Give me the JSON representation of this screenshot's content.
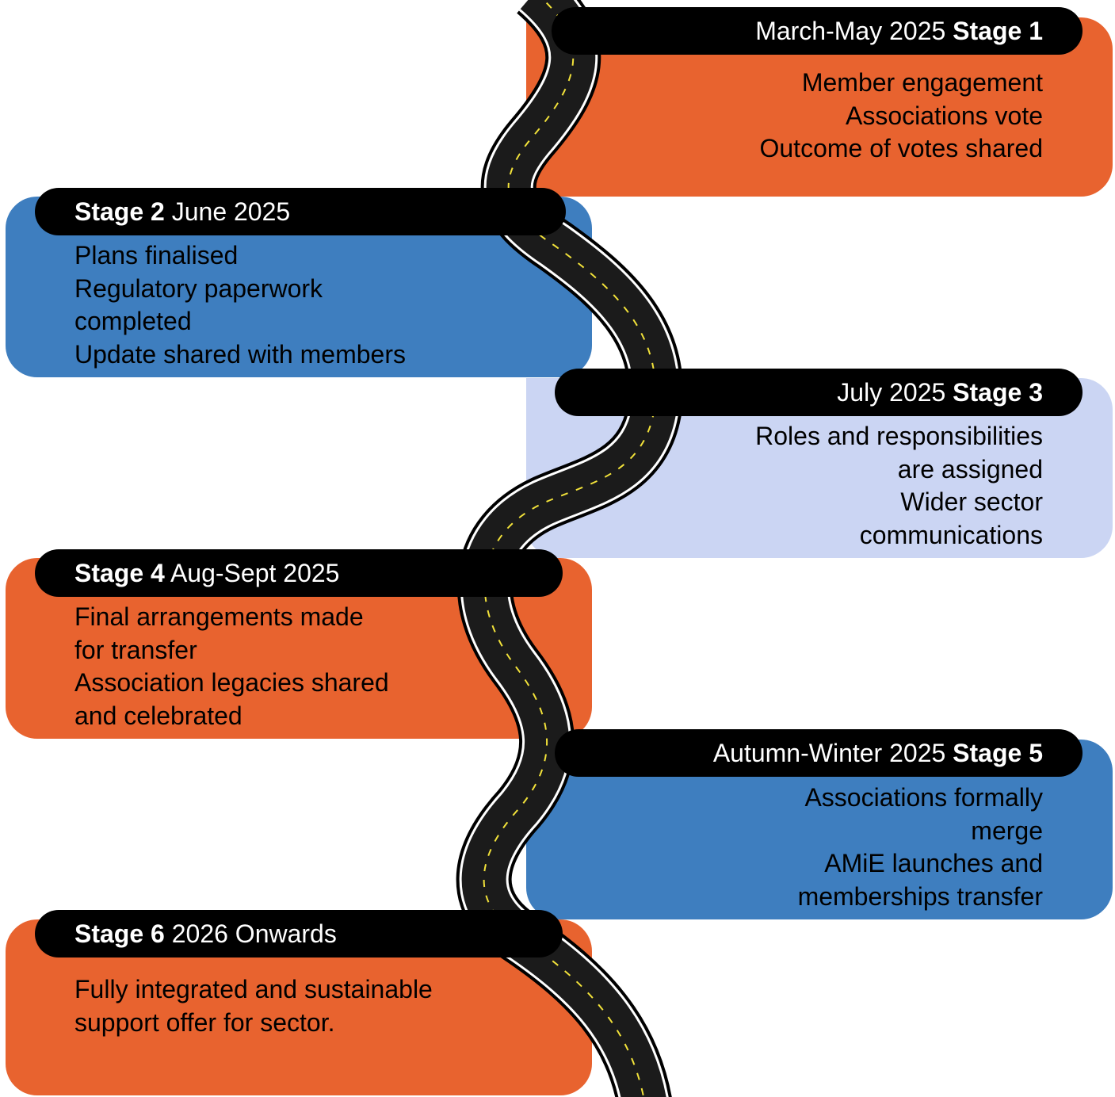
{
  "stages": [
    {
      "id": "stage-1",
      "date": "March-May 2025",
      "stage_label": "Stage 1",
      "lines": [
        "Member engagement",
        "Associations vote",
        "Outcome of votes shared"
      ],
      "color": "#e8632f"
    },
    {
      "id": "stage-2",
      "date": "June 2025",
      "stage_label": "Stage 2",
      "lines": [
        "Plans finalised",
        "Regulatory paperwork",
        "completed",
        "Update shared with members"
      ],
      "color": "#3e7ebf"
    },
    {
      "id": "stage-3",
      "date": "July 2025",
      "stage_label": "Stage 3",
      "lines": [
        "Roles and responsibilities",
        "are assigned",
        "Wider sector",
        "communications"
      ],
      "color": "#cbd5f3"
    },
    {
      "id": "stage-4",
      "date": "Aug-Sept 2025",
      "stage_label": "Stage 4",
      "lines": [
        "Final arrangements made",
        "for transfer",
        "Association legacies shared",
        "and celebrated"
      ],
      "color": "#e8632f"
    },
    {
      "id": "stage-5",
      "date": "Autumn-Winter 2025",
      "stage_label": "Stage 5",
      "lines": [
        "Associations formally",
        "merge",
        "AMiE launches and",
        "memberships transfer"
      ],
      "color": "#3e7ebf"
    },
    {
      "id": "stage-6",
      "date": "2026 Onwards",
      "stage_label": "Stage 6",
      "lines": [
        "Fully integrated and sustainable",
        "support offer for sector."
      ],
      "color": "#e8632f"
    }
  ],
  "road": {
    "surface_color": "#1b1b1b",
    "edge_color": "#ffffff",
    "centerline_color": "#f2e23a"
  }
}
